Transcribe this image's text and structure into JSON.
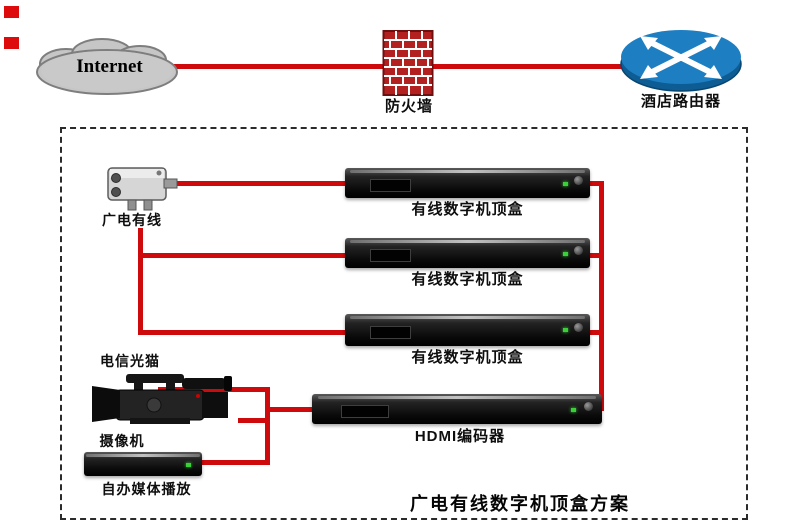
{
  "colors": {
    "line_red": "#ce0a0c",
    "dash_border": "#2b2b2b",
    "router_blue": "#1e7ec2",
    "brick_red": "#b22020",
    "marker_red": "#dd0b0b"
  },
  "top_row": {
    "internet_label": "Internet",
    "firewall_label": "防火墙",
    "router_label": "酒店路由器"
  },
  "solution": {
    "cable_source_label": "广电有线",
    "stb_labels": [
      "有线数字机顶盒",
      "有线数字机顶盒",
      "有线数字机顶盒"
    ],
    "modem_label": "电信光猫",
    "camera_label": "摄像机",
    "media_player_label": "自办媒体播放",
    "encoder_label": "HDMI编码器",
    "title": "广电有线数字机顶盒方案"
  }
}
